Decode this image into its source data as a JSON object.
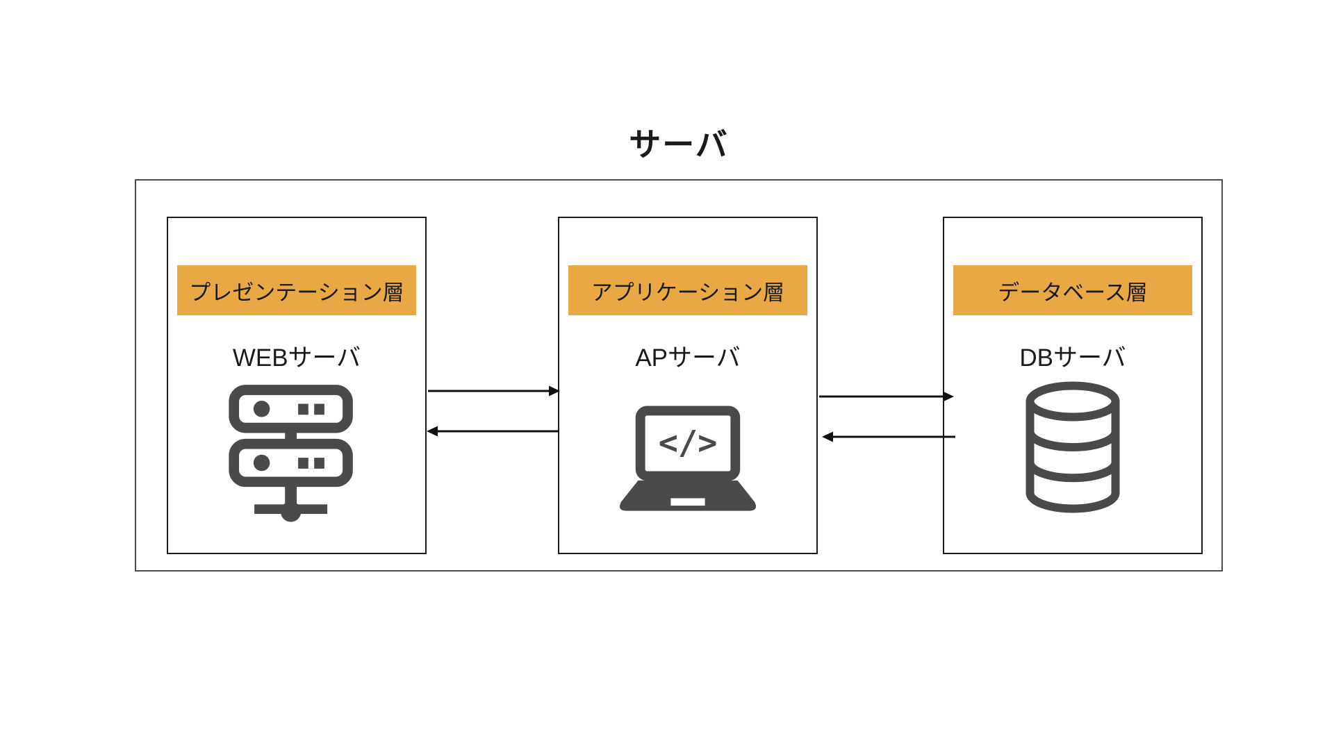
{
  "diagram": {
    "title": "サーバ",
    "tiers": [
      {
        "id": "presentation",
        "layer_label": "プレゼンテーション層",
        "server_label": "WEBサーバ",
        "icon": "server-rack-icon"
      },
      {
        "id": "application",
        "layer_label": "アプリケーション層",
        "server_label": "APサーバ",
        "icon": "laptop-code-icon",
        "code_glyph": "</>"
      },
      {
        "id": "database",
        "layer_label": "データベース層",
        "server_label": "DBサーバ",
        "icon": "database-icon"
      }
    ],
    "arrows": [
      {
        "from": "WEBサーバ",
        "to": "APサーバ",
        "direction": "right"
      },
      {
        "from": "APサーバ",
        "to": "WEBサーバ",
        "direction": "left"
      },
      {
        "from": "APサーバ",
        "to": "DBサーバ",
        "direction": "right"
      },
      {
        "from": "DBサーバ",
        "to": "APサーバ",
        "direction": "left"
      }
    ],
    "colors": {
      "layer_label_bg": "#EAA845",
      "icon_gray": "#4A4A4A",
      "box_border": "#1C1C1C",
      "outer_border": "#4B4B4B",
      "arrow_color": "#111111",
      "text_color": "#1A1A1A"
    }
  }
}
